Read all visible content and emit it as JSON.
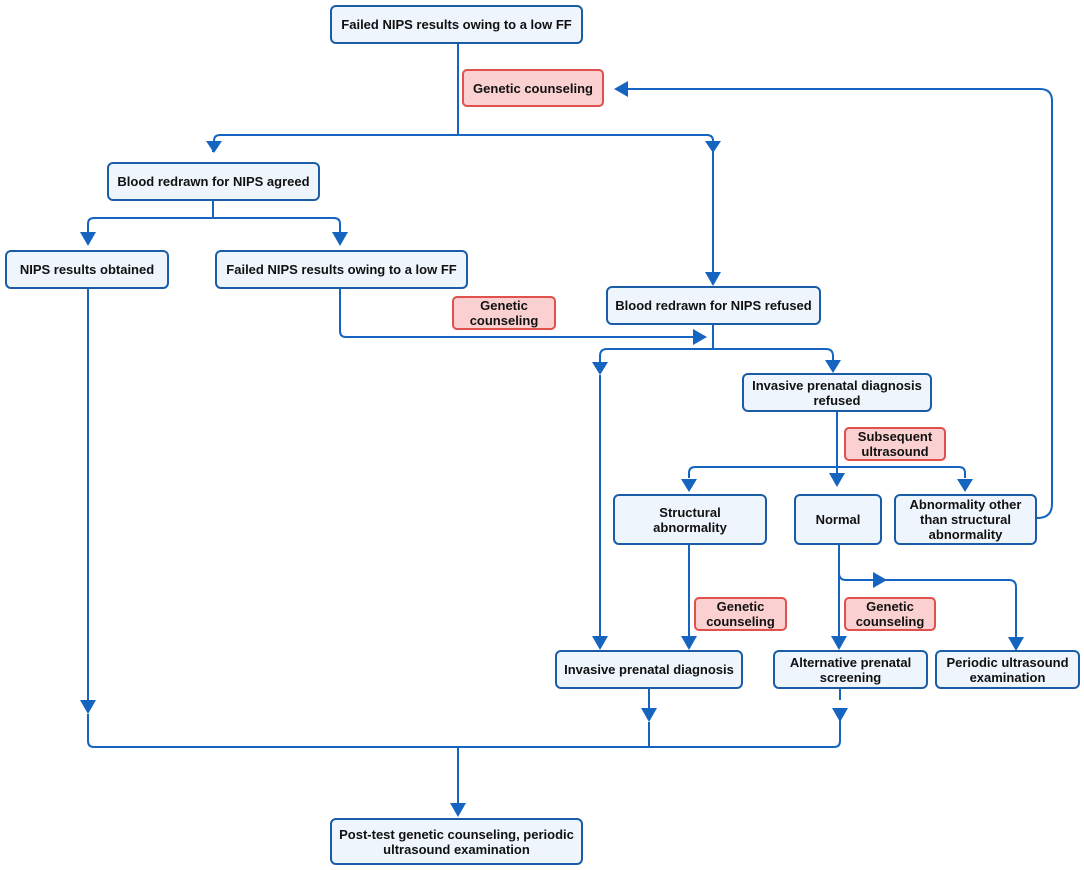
{
  "nodes": {
    "n1": "Failed NIPS results owing to a low FF",
    "n2": "Blood redrawn for NIPS agreed",
    "n3": "NIPS results obtained",
    "n4": "Failed NIPS results owing to a low FF",
    "n5": "Blood redrawn for NIPS refused",
    "n6": "Invasive prenatal diagnosis\nrefused",
    "n7": "Structural\nabnormality",
    "n8": "Normal",
    "n9": "Abnormality other\nthan structural\nabnormality",
    "n10": "Invasive prenatal diagnosis",
    "n11": "Alternative prenatal\nscreening",
    "n12": "Periodic ultrasound\nexamination",
    "n13": "Post-test genetic counseling,  periodic\nultrasound examination"
  },
  "notes": {
    "c1": "Genetic counseling",
    "c2": "Genetic\ncounseling",
    "c3": "Subsequent\nultrasound",
    "c4": "Genetic\ncounseling",
    "c5": "Genetic\ncounseling"
  },
  "colors": {
    "line": "#1565c0",
    "node_fill": "#eef5fd",
    "node_border": "#1a5da6",
    "note_fill": "#fbd0d0",
    "note_border": "#e0504c"
  }
}
